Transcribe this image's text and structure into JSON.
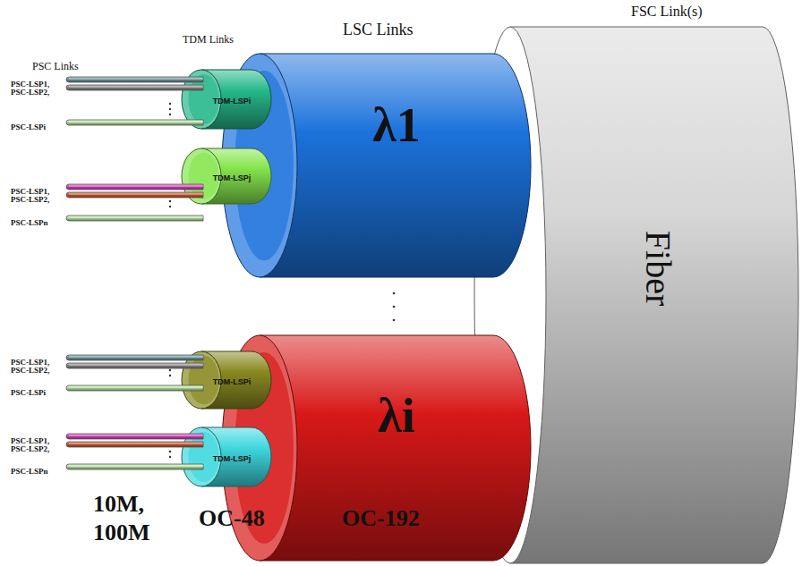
{
  "diagram": {
    "nodes": [
      {
        "text": [
          "Fiber"
        ]
      },
      {
        "text": [
          "λ1"
        ],
        "in": 0
      },
      {
        "text": [
          "TDM-LSPi"
        ],
        "in": 1
      },
      {
        "text": [
          "PSC-LSP1,"
        ],
        "in": 2
      },
      {
        "text": [
          "PSC-LSP2,"
        ],
        "in": 2
      },
      {
        "text": [
          "PSC-LSPi"
        ],
        "in": 2
      },
      {
        "text": [
          "TDM-LSPj"
        ],
        "in": 1
      },
      {
        "text": [
          "PSC-LSP1,"
        ],
        "in": 6
      },
      {
        "text": [
          "PSC-LSP2,"
        ],
        "in": 6
      },
      {
        "text": [
          "PSC-LSPn"
        ],
        "in": 6
      },
      {
        "text": [
          "λi"
        ],
        "in": 0
      },
      {
        "text": [
          "TDM-LSPi"
        ],
        "in": 10
      },
      {
        "text": [
          "PSC-LSP1,"
        ],
        "in": 11
      },
      {
        "text": [
          "PSC-LSP2,"
        ],
        "in": 11
      },
      {
        "text": [
          "PSC-LSPi"
        ],
        "in": 11
      },
      {
        "text": [
          "TDM-LSPj"
        ],
        "in": 10
      },
      {
        "text": [
          "PSC-LSP1,"
        ],
        "in": 15
      },
      {
        "text": [
          "PSC-LSP2,"
        ],
        "in": 15
      },
      {
        "text": [
          "PSC-LSPn"
        ],
        "in": 15
      }
    ],
    "labels": [
      "FSC Link(s)",
      "PSC Links",
      "TDM Links",
      "LSC Links",
      "10M, 100M",
      "OC-48",
      "OC-192"
    ]
  }
}
